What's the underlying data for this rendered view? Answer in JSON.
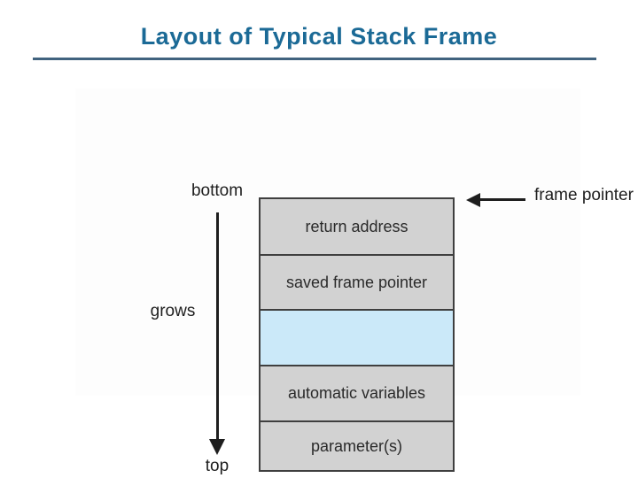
{
  "slide": {
    "title": "Layout of Typical Stack Frame"
  },
  "diagram": {
    "labels": {
      "bottom": "bottom",
      "grows": "grows",
      "top": "top",
      "frame_pointer": "frame pointer"
    },
    "stack_cells": [
      {
        "label": "return address",
        "fill": "#d2d2d2"
      },
      {
        "label": "saved frame pointer",
        "fill": "#d2d2d2"
      },
      {
        "label": "",
        "fill": "#cbe9f9"
      },
      {
        "label": "automatic variables",
        "fill": "#d2d2d2"
      },
      {
        "label": "parameter(s)",
        "fill": "#d2d2d2"
      }
    ],
    "colors": {
      "title_text": "#1b6a96",
      "title_rule": "#41637f",
      "cell_gray": "#d2d2d2",
      "cell_blue": "#cbe9f9",
      "cell_border": "#3f3f3f",
      "arrow_and_label_text": "#1e1e1e"
    }
  }
}
